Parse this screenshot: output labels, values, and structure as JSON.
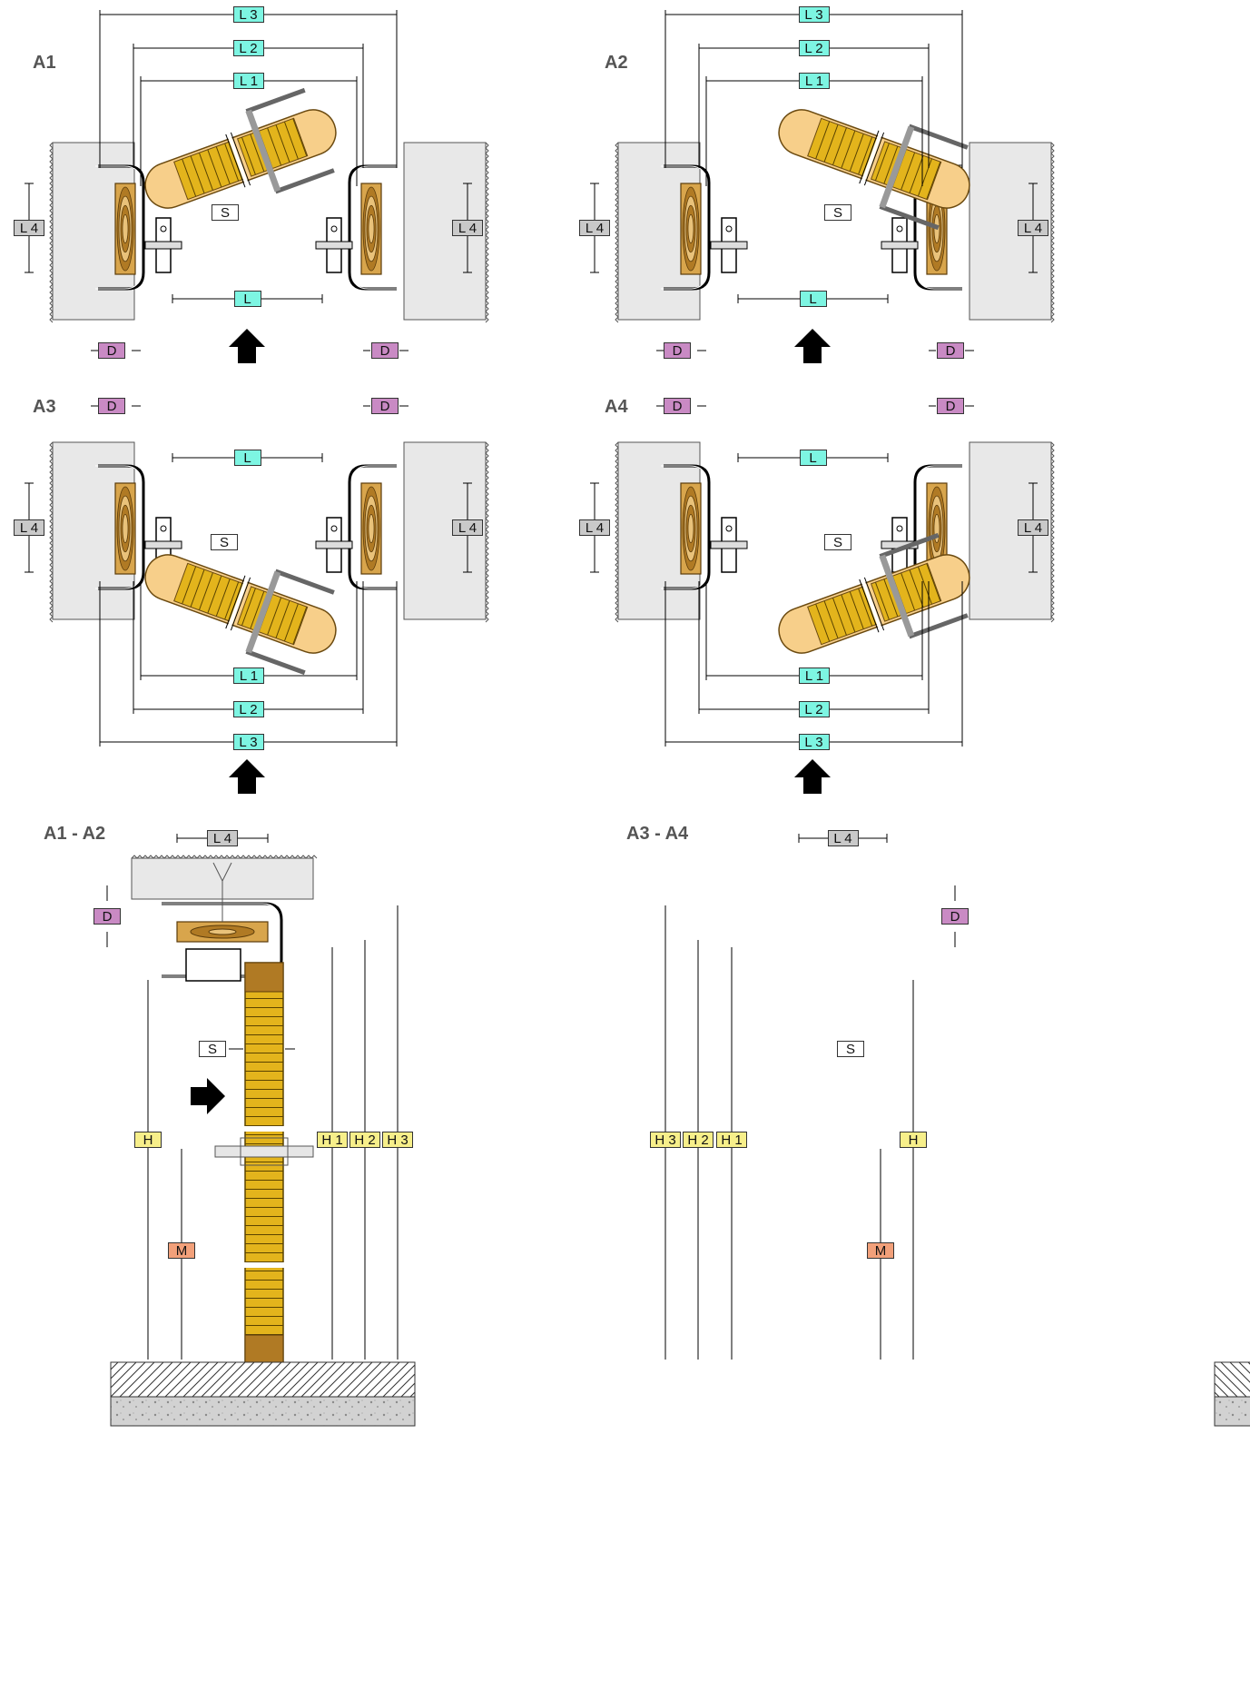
{
  "diagram_titles": [
    "A1",
    "A2",
    "A3",
    "A4",
    "A1 - A2",
    "A3 - A4"
  ],
  "dimension_labels": {
    "L": "L",
    "L1": "L 1",
    "L2": "L 2",
    "L3": "L 3",
    "L4": "L 4",
    "D": "D",
    "S": "S",
    "H": "H",
    "H1": "H 1",
    "H2": "H 2",
    "H3": "H 3",
    "M": "M"
  },
  "colors": {
    "L": "#7df5e2",
    "L4": "#c9c9c9",
    "D": "#c98ac4",
    "S": "#ffffff",
    "H": "#f7ef8a",
    "M": "#f2a07a",
    "wall": "#e8e8e8",
    "wood": "#d8a54c",
    "wood_light": "#f7cf8a",
    "floor": "#c8c8c8"
  }
}
